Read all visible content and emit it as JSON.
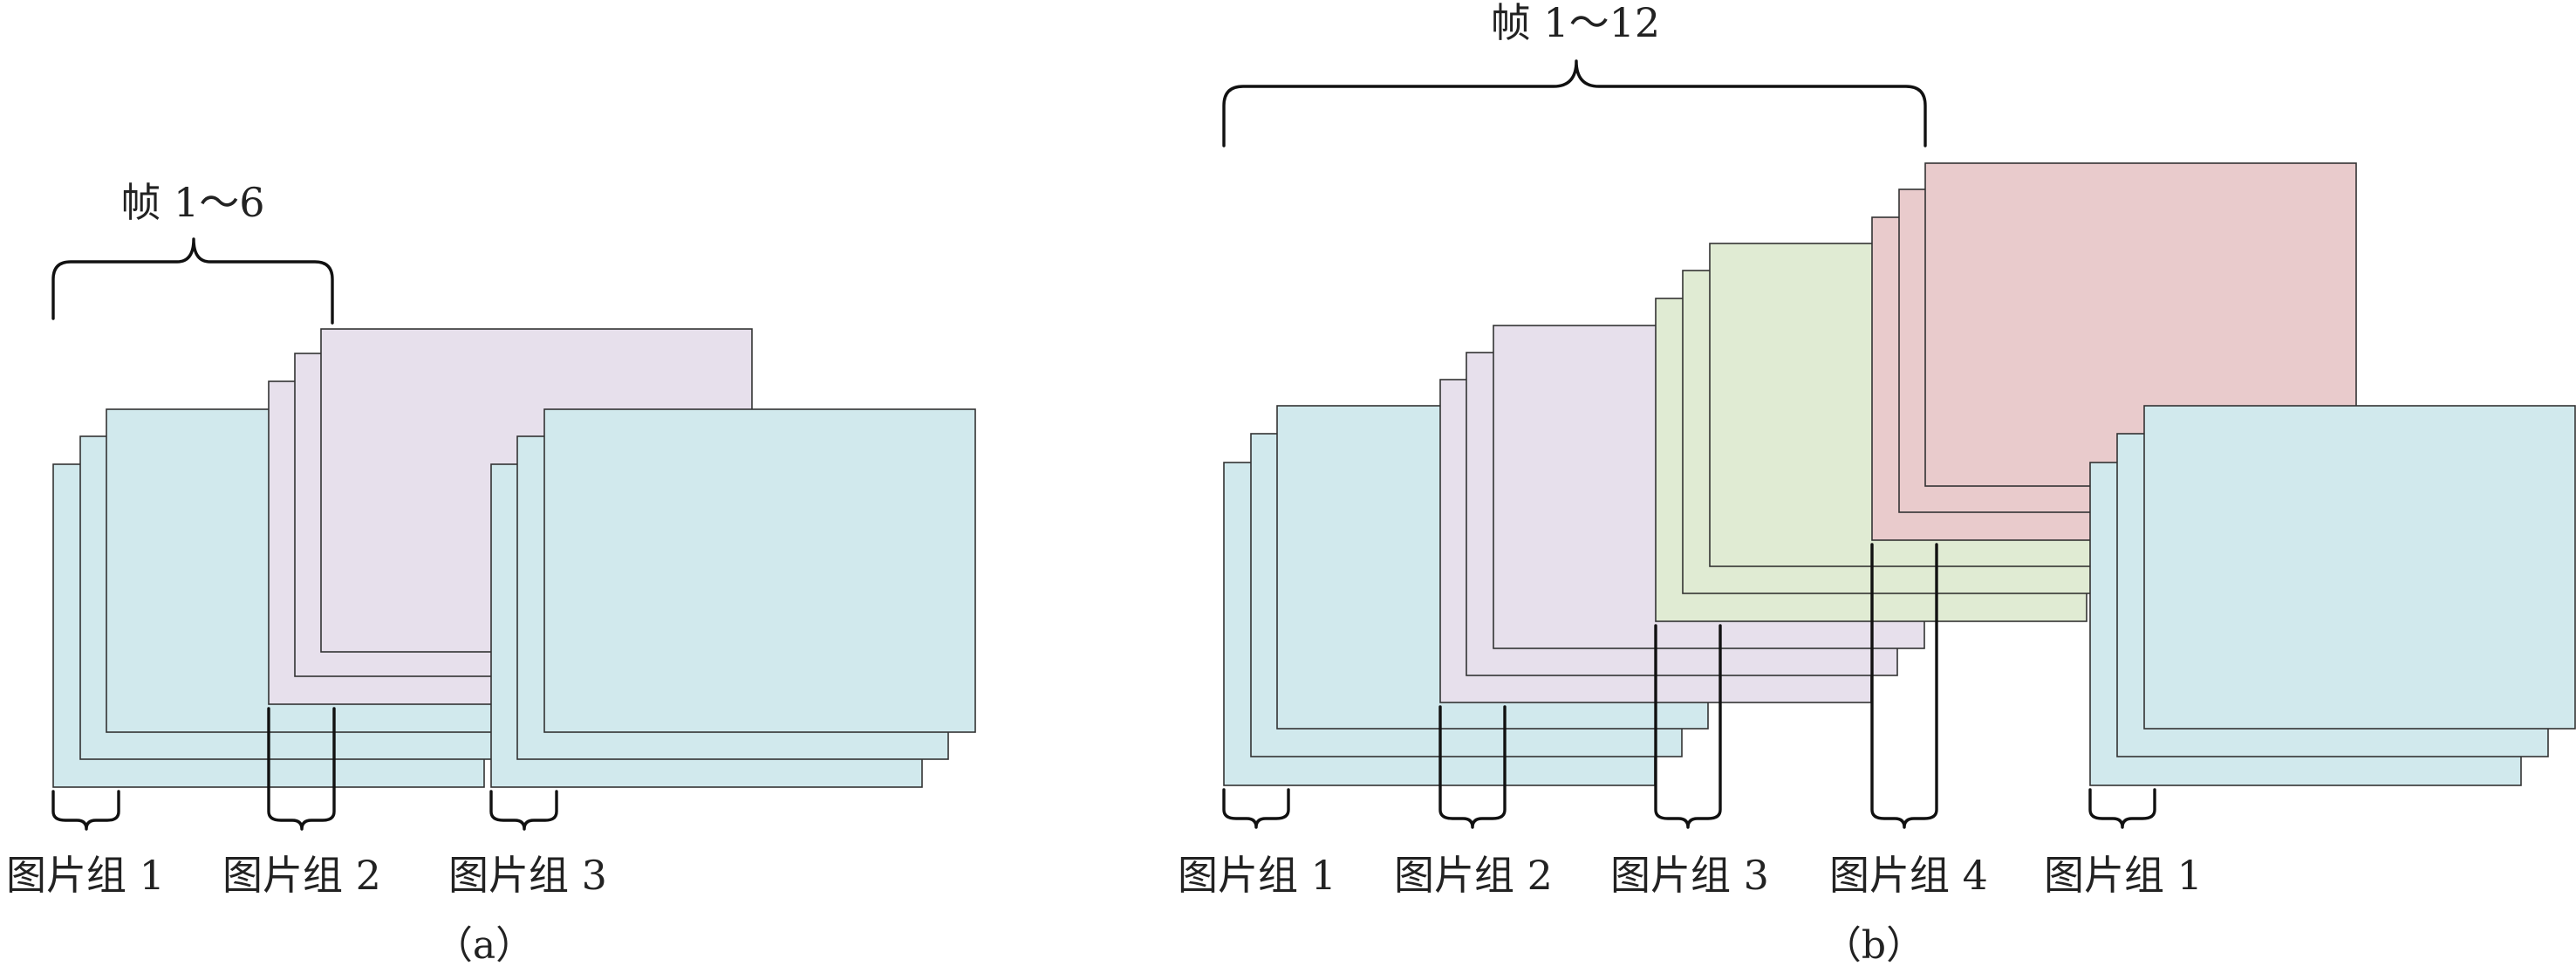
{
  "colors": {
    "gop_blue": "#d1e9ed",
    "gop_purple": "#e7e0ec",
    "gop_green": "#e0ebd3",
    "gop_red": "#e9cbcc",
    "outline": "#333333"
  },
  "panel_a": {
    "range_label": "帧 1～6",
    "groups": [
      "图片组 1",
      "图片组 2",
      "图片组 3"
    ],
    "caption": "（a）"
  },
  "panel_b": {
    "range_label": "帧 1～12",
    "groups": [
      "图片组 1",
      "图片组 2",
      "图片组 3",
      "图片组 4",
      "图片组 1"
    ],
    "caption": "（b）"
  }
}
